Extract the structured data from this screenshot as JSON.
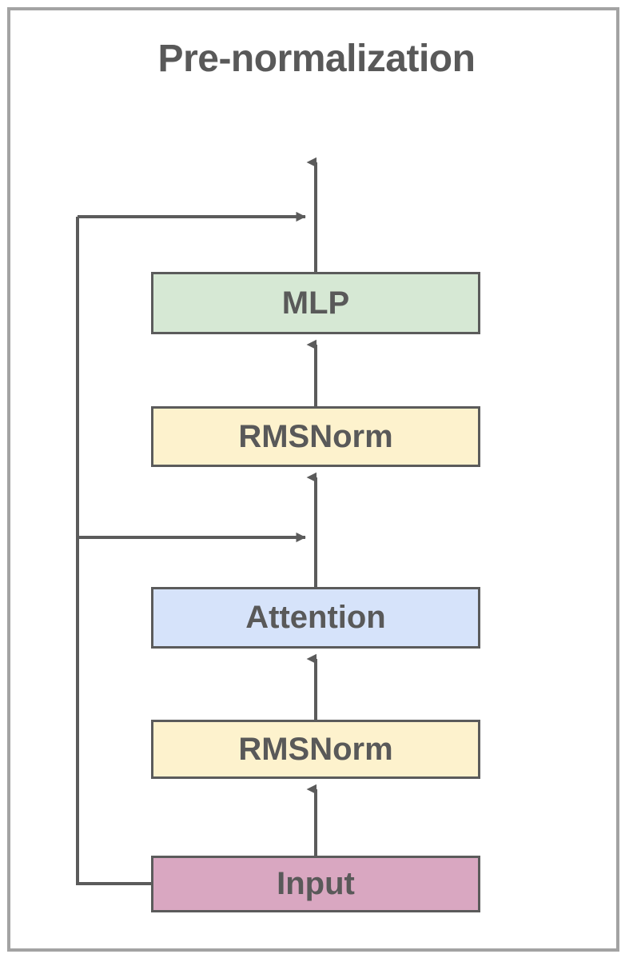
{
  "diagram": {
    "title": "Pre-normalization",
    "type": "flowchart",
    "orientation": "bottom-to-top",
    "frame": {
      "border_color": "#a3a3a3",
      "background": "#ffffff"
    },
    "title_color": "#595959",
    "edge_color": "#5b5b5b",
    "nodes": [
      {
        "id": "input",
        "label": "Input",
        "fill": "#d9a7c1",
        "stroke": "#5b5b5b"
      },
      {
        "id": "rmsnorm1",
        "label": "RMSNorm",
        "fill": "#fdf2cd",
        "stroke": "#5b5b5b"
      },
      {
        "id": "attention",
        "label": "Attention",
        "fill": "#d6e3fa",
        "stroke": "#5b5b5b"
      },
      {
        "id": "rmsnorm2",
        "label": "RMSNorm",
        "fill": "#fdf2cd",
        "stroke": "#5b5b5b"
      },
      {
        "id": "mlp",
        "label": "MLP",
        "fill": "#d6e8d4",
        "stroke": "#5b5b5b"
      }
    ],
    "edges": [
      {
        "from": "input",
        "to": "rmsnorm1",
        "kind": "main",
        "arrow": true
      },
      {
        "from": "rmsnorm1",
        "to": "attention",
        "kind": "main",
        "arrow": true
      },
      {
        "from": "attention",
        "to": "rmsnorm2",
        "kind": "main",
        "arrow": true
      },
      {
        "from": "rmsnorm2",
        "to": "mlp",
        "kind": "main",
        "arrow": true
      },
      {
        "from": "mlp",
        "to": "output",
        "kind": "main",
        "arrow": true
      },
      {
        "from": "input",
        "to": "attention-residual-join",
        "kind": "residual",
        "arrow": true
      },
      {
        "from": "input",
        "to": "mlp-residual-join",
        "kind": "residual",
        "arrow": true
      }
    ]
  }
}
